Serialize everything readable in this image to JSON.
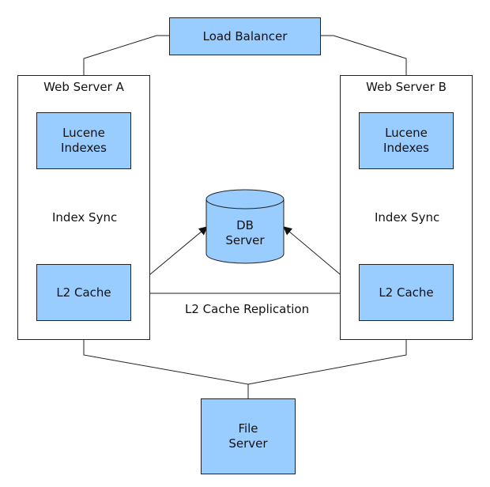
{
  "nodes": {
    "load_balancer": "Load Balancer",
    "web_server_a": "Web Server A",
    "web_server_b": "Web Server B",
    "lucene_a": "Lucene\nIndexes",
    "lucene_b": "Lucene\nIndexes",
    "l2_cache_a": "L2 Cache",
    "l2_cache_b": "L2 Cache",
    "db_server": "DB\nServer",
    "file_server": "File\nServer"
  },
  "edges": {
    "index_sync_a": "Index Sync",
    "index_sync_b": "Index Sync",
    "replication": "L2 Cache Replication"
  },
  "colors": {
    "box_fill": "#99ccff",
    "stroke": "#222222"
  }
}
